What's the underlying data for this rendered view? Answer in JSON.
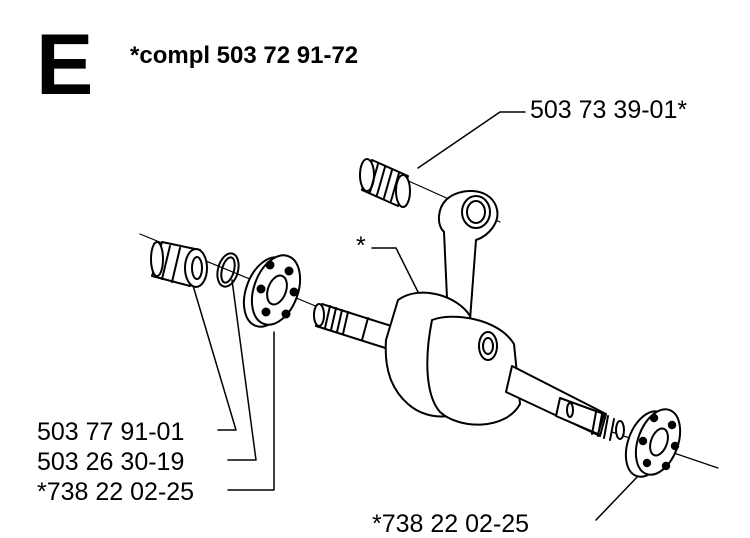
{
  "header": {
    "section_letter": "E",
    "title": "*compl 503 72 91-72"
  },
  "callouts": {
    "needle_bearing": "503 73 39-01*",
    "crankshaft": "*",
    "sleeve": "503 77 91-01",
    "oring": "503 26 30-19",
    "left_ball_bearing": "*738 22 02-25",
    "right_ball_bearing": "*738 22 02-25"
  },
  "colors": {
    "ink": "#000000",
    "paper": "#ffffff"
  }
}
